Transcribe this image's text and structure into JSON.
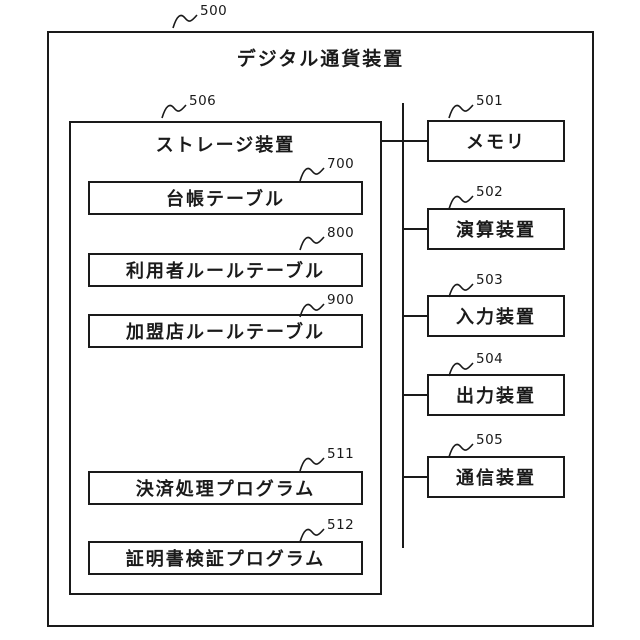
{
  "colors": {
    "ink": "#1a1a1a",
    "background": "#ffffff"
  },
  "diagram": {
    "device": {
      "label": "デジタル通貨装置",
      "ref": "500"
    },
    "storage": {
      "label": "ストレージ装置",
      "ref": "506",
      "items": [
        {
          "label": "台帳テーブル",
          "ref": "700"
        },
        {
          "label": "利用者ルールテーブル",
          "ref": "800"
        },
        {
          "label": "加盟店ルールテーブル",
          "ref": "900"
        },
        {
          "label": "決済処理プログラム",
          "ref": "511"
        },
        {
          "label": "証明書検証プログラム",
          "ref": "512"
        }
      ]
    },
    "peripherals": [
      {
        "label": "メモリ",
        "ref": "501"
      },
      {
        "label": "演算装置",
        "ref": "502"
      },
      {
        "label": "入力装置",
        "ref": "503"
      },
      {
        "label": "出力装置",
        "ref": "504"
      },
      {
        "label": "通信装置",
        "ref": "505"
      }
    ]
  }
}
